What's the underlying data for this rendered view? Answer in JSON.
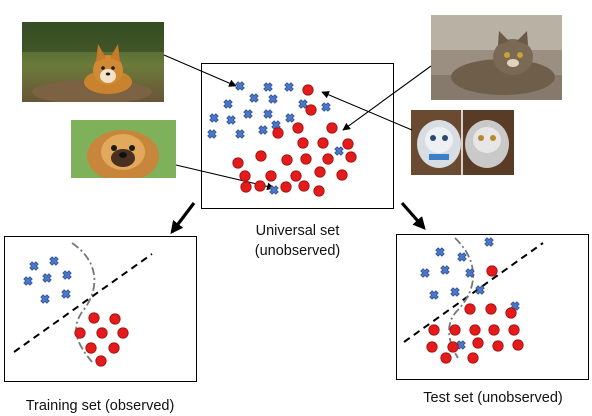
{
  "universal_set": {
    "label_line1": "Universal set",
    "label_line2": "(unobserved)"
  },
  "training_set": {
    "label": "Training set (observed)"
  },
  "test_set": {
    "label": "Test set (unobserved)"
  },
  "colors": {
    "cross": "#4a78c8",
    "cross_stroke": "#2f4f8f",
    "circle": "#e51b1b",
    "circle_stroke": "#9b1010",
    "line": "#000000",
    "dashdot": "#777777"
  },
  "photos": [
    {
      "name": "dog-corgi-photo",
      "subject": "corgi dog lying on forest path"
    },
    {
      "name": "dog-pekingese-photo",
      "subject": "pekingese dog face"
    },
    {
      "name": "cat-tabby-photo",
      "subject": "large tabby cat lying down"
    },
    {
      "name": "cats-persian-photo",
      "subject": "two fluffy persian cats"
    }
  ]
}
